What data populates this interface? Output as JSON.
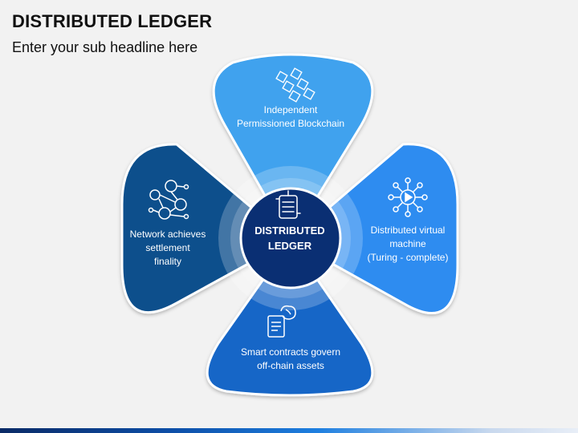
{
  "header": {
    "title": "DISTRIBUTED LEDGER",
    "subtitle": "Enter your sub headline here"
  },
  "center": {
    "line1": "DISTRIBUTED",
    "line2": "LEDGER",
    "icon": "ledger-server-icon"
  },
  "petals": {
    "top": {
      "icon": "blockchain-cubes-icon",
      "lines": [
        "Independent",
        "Permissioned  Blockchain"
      ],
      "color": "#3fa2ee"
    },
    "right": {
      "icon": "network-play-icon",
      "lines": [
        "Distributed virtual",
        "machine",
        "(Turing - complete)"
      ],
      "color": "#2f8cf0"
    },
    "bottom": {
      "icon": "contract-brain-icon",
      "lines": [
        "Smart contracts govern",
        "off-chain  assets"
      ],
      "color": "#1466c7"
    },
    "left": {
      "icon": "people-network-icon",
      "lines": [
        "Network achieves",
        "settlement",
        "finality"
      ],
      "color": "#0b4f8c"
    }
  },
  "colors": {
    "center": "#0a2f73",
    "ring": "#7db6ec",
    "background": "#f2f2f2"
  }
}
